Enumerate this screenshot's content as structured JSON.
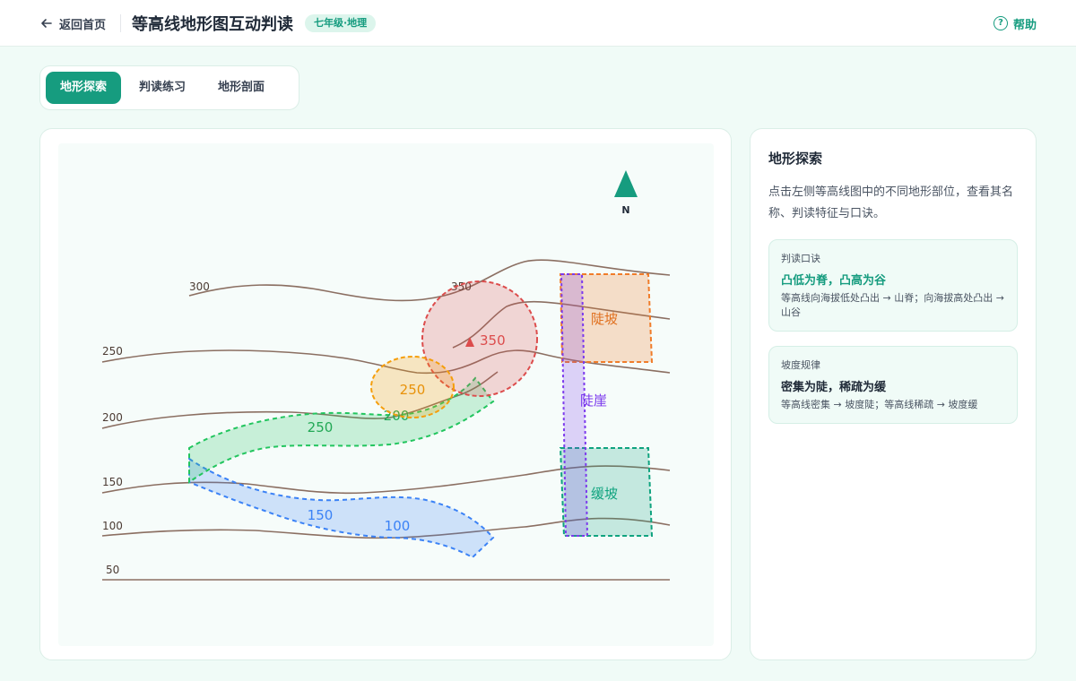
{
  "header": {
    "back_label": "返回首页",
    "title": "等高线地形图互动判读",
    "grade_badge": "七年级·地理",
    "help_label": "帮助"
  },
  "tabs": [
    {
      "label": "地形探索",
      "active": true
    },
    {
      "label": "判读练习",
      "active": false
    },
    {
      "label": "地形剖面",
      "active": false
    }
  ],
  "map": {
    "north_label": "N",
    "contour_labels": [
      "300",
      "350",
      "250",
      "200",
      "150",
      "100",
      "50"
    ],
    "regions": {
      "peak": {
        "label": "350",
        "color": "#dc4c4c"
      },
      "saddle": {
        "label": "250",
        "color": "#f59e0b"
      },
      "ridge": {
        "label": "250",
        "extra": "200",
        "color": "#22c55e"
      },
      "valley": {
        "label": "150",
        "extra": "100",
        "color": "#3b82f6"
      },
      "steep_slope": {
        "label": "陡坡",
        "color": "#f07c2a"
      },
      "cliff": {
        "label": "陡崖",
        "color": "#7c3aed"
      },
      "gentle_slope": {
        "label": "缓坡",
        "color": "#10a37f"
      }
    }
  },
  "info_panel": {
    "title": "地形探索",
    "description": "点击左侧等高线图中的不同地形部位，查看其名称、判读特征与口诀。",
    "tips": [
      {
        "label": "判读口诀",
        "heading": "凸低为脊，凸高为谷",
        "heading_color": "#169c7f",
        "text": "等高线向海拔低处凸出 → 山脊；向海拔高处凸出 → 山谷"
      },
      {
        "label": "坡度规律",
        "heading": "密集为陡，稀疏为缓",
        "heading_color": "#1f2937",
        "text": "等高线密集 → 坡度陡；等高线稀疏 → 坡度缓"
      }
    ]
  },
  "colors": {
    "accent": "#169c7f",
    "contour_line": "#8b6f62",
    "north_arrow": "#169c7f"
  }
}
